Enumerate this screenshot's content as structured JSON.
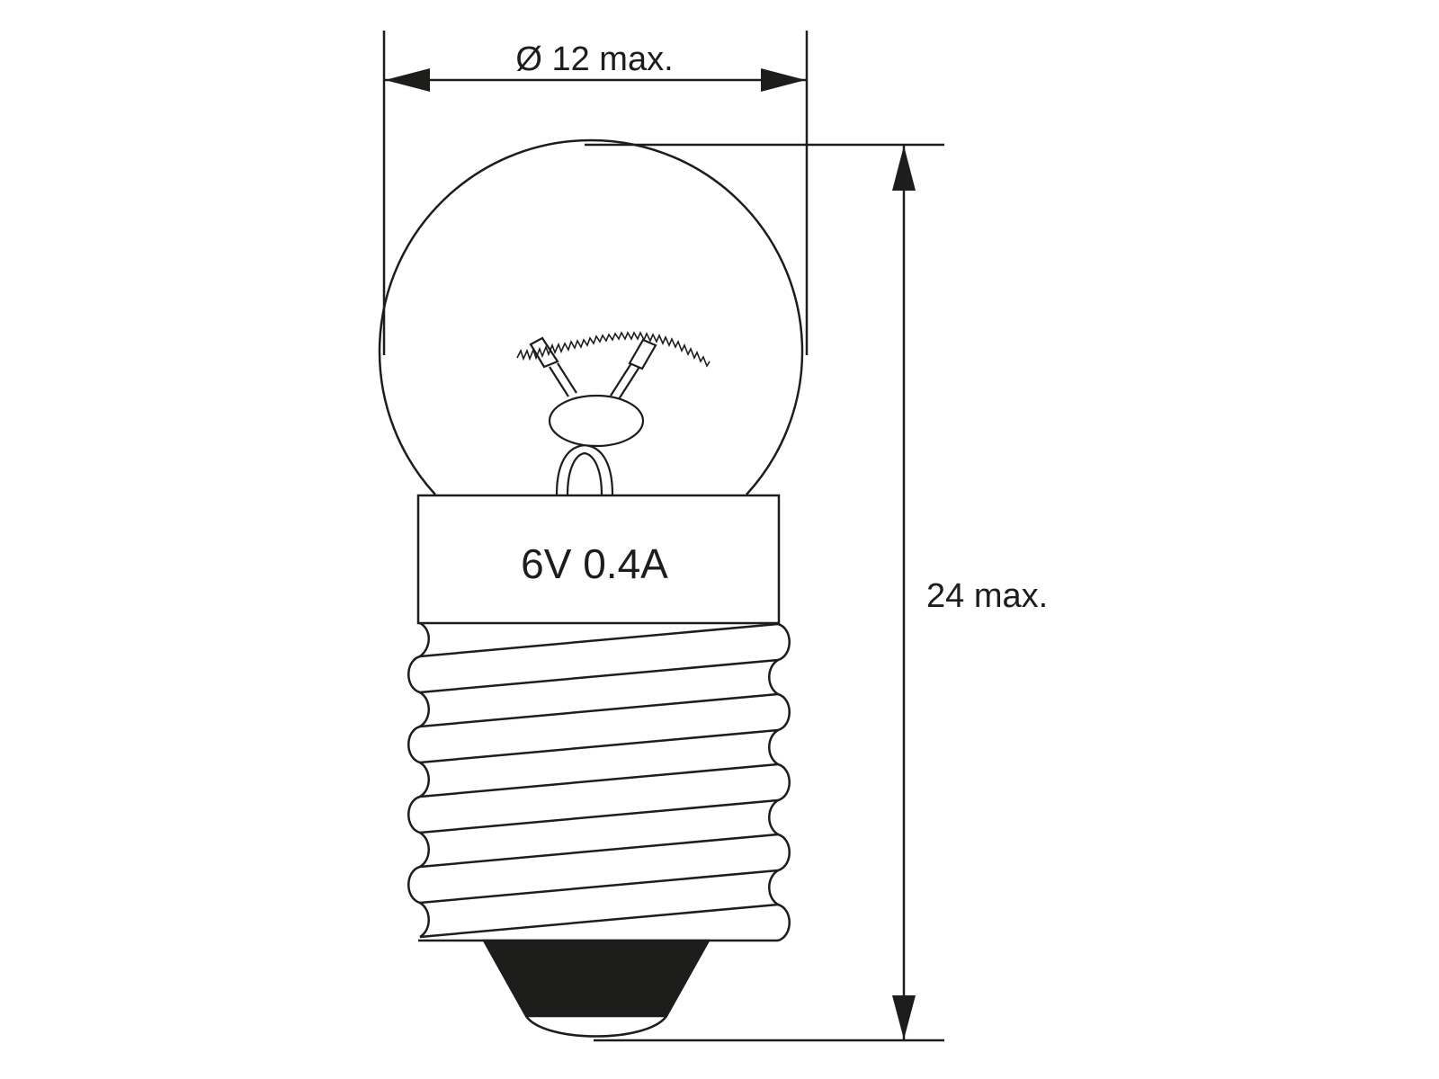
{
  "diagram": {
    "subject": "Miniature screw-base incandescent lamp (E10 globe)",
    "colors": {
      "stroke": "#1d1d1b",
      "background": "#ffffff",
      "fill_dark": "#1d1d1b"
    },
    "dimensions": {
      "diameter": {
        "label": "Ø 12 max."
      },
      "height": {
        "label": "24 max."
      }
    },
    "base_label": {
      "text": "6V 0.4A"
    }
  }
}
